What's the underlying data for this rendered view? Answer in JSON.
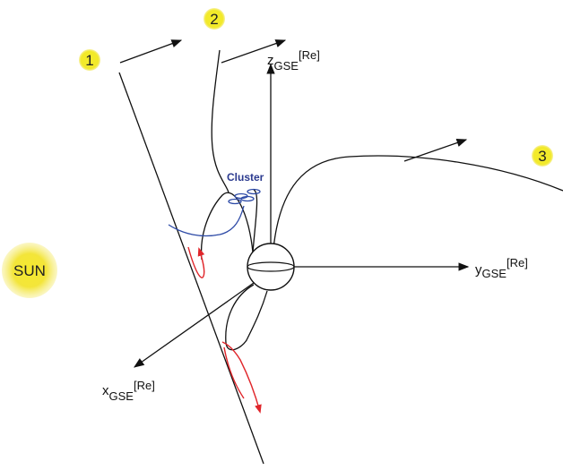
{
  "labels": {
    "sun": "SUN",
    "cluster": "Cluster",
    "axis_z_main": "z",
    "axis_z_sub": "GSE",
    "axis_z_sup": "[Re]",
    "axis_y_main": "y",
    "axis_y_sub": "GSE",
    "axis_y_sup": "[Re]",
    "axis_x_main": "x",
    "axis_x_sub": "GSE",
    "axis_x_sup": "[Re]"
  },
  "badges": [
    "1",
    "2",
    "3"
  ],
  "colors": {
    "badge": "#f2e92a",
    "sun": "#f6ea2e",
    "arrow_red": "#e0262b",
    "cluster_blue": "#2d4aa6",
    "line": "#111111"
  }
}
